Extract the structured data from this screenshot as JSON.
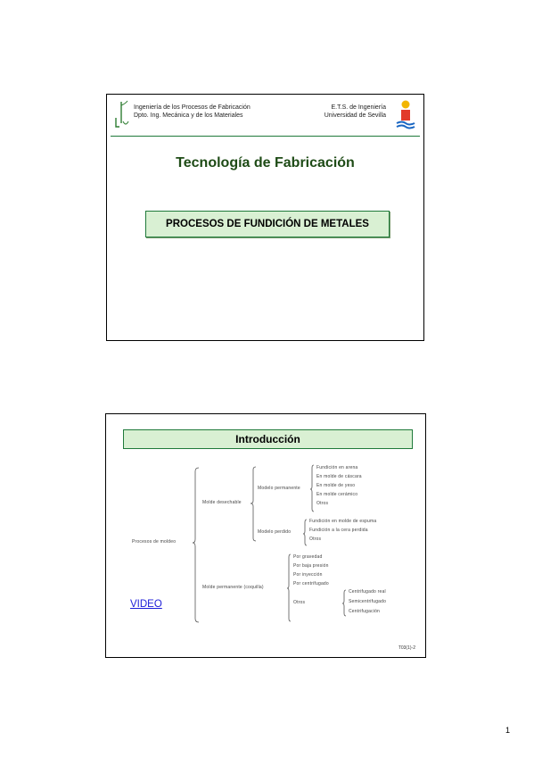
{
  "slide1": {
    "institution_left": [
      "Ingeniería de los Procesos de Fabricación",
      "Dpto. Ing. Mecánica y de los Materiales"
    ],
    "institution_right": [
      "E.T.S. de Ingeniería",
      "Universidad de Sevilla"
    ],
    "title": "Tecnología de Fabricación",
    "subtitle": "PROCESOS DE FUNDICIÓN DE METALES"
  },
  "slide2": {
    "title": "Introducción",
    "tree": {
      "root": "Procesos de moldeo",
      "l1": [
        "Molde desechable",
        "Molde permanente (coquilla)"
      ],
      "l2": [
        "Modelo permanente",
        "Modelo perdido"
      ],
      "l3a": [
        "Fundición en arena",
        "En molde de cáscara",
        "En molde de yeso",
        "En molde cerámico",
        "Otros"
      ],
      "l3b": [
        "Fundición en molde de espuma",
        "Fundición a la cera perdida",
        "Otros"
      ],
      "l3c": [
        "Por gravedad",
        "Por baja presión",
        "Por inyección",
        "Por centrifugado",
        "Otros"
      ],
      "l4": [
        "Centrifugado real",
        "Semicentrifugado",
        "Centrifugación"
      ]
    },
    "video_link": "VIDEO",
    "slide_number": "T03(1)-2"
  },
  "page_number": "1",
  "colors": {
    "accent_green": "#1f7a3a",
    "box_fill": "#d9f0d3",
    "title_green": "#1e4b16",
    "link_blue": "#1d1dd8"
  },
  "icons": [
    "university-logo",
    "ets-logo"
  ]
}
